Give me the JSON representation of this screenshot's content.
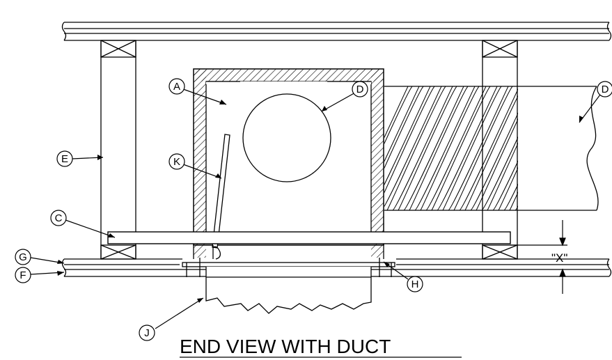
{
  "diagram": {
    "title": "END VIEW WITH DUCT",
    "dimension_label": "\"X\"",
    "callouts": {
      "A": "A",
      "C": "C",
      "D_grille": "D",
      "D_duct": "D",
      "E": "E",
      "F": "F",
      "G": "G",
      "H": "H",
      "J": "J",
      "K": "K"
    }
  }
}
